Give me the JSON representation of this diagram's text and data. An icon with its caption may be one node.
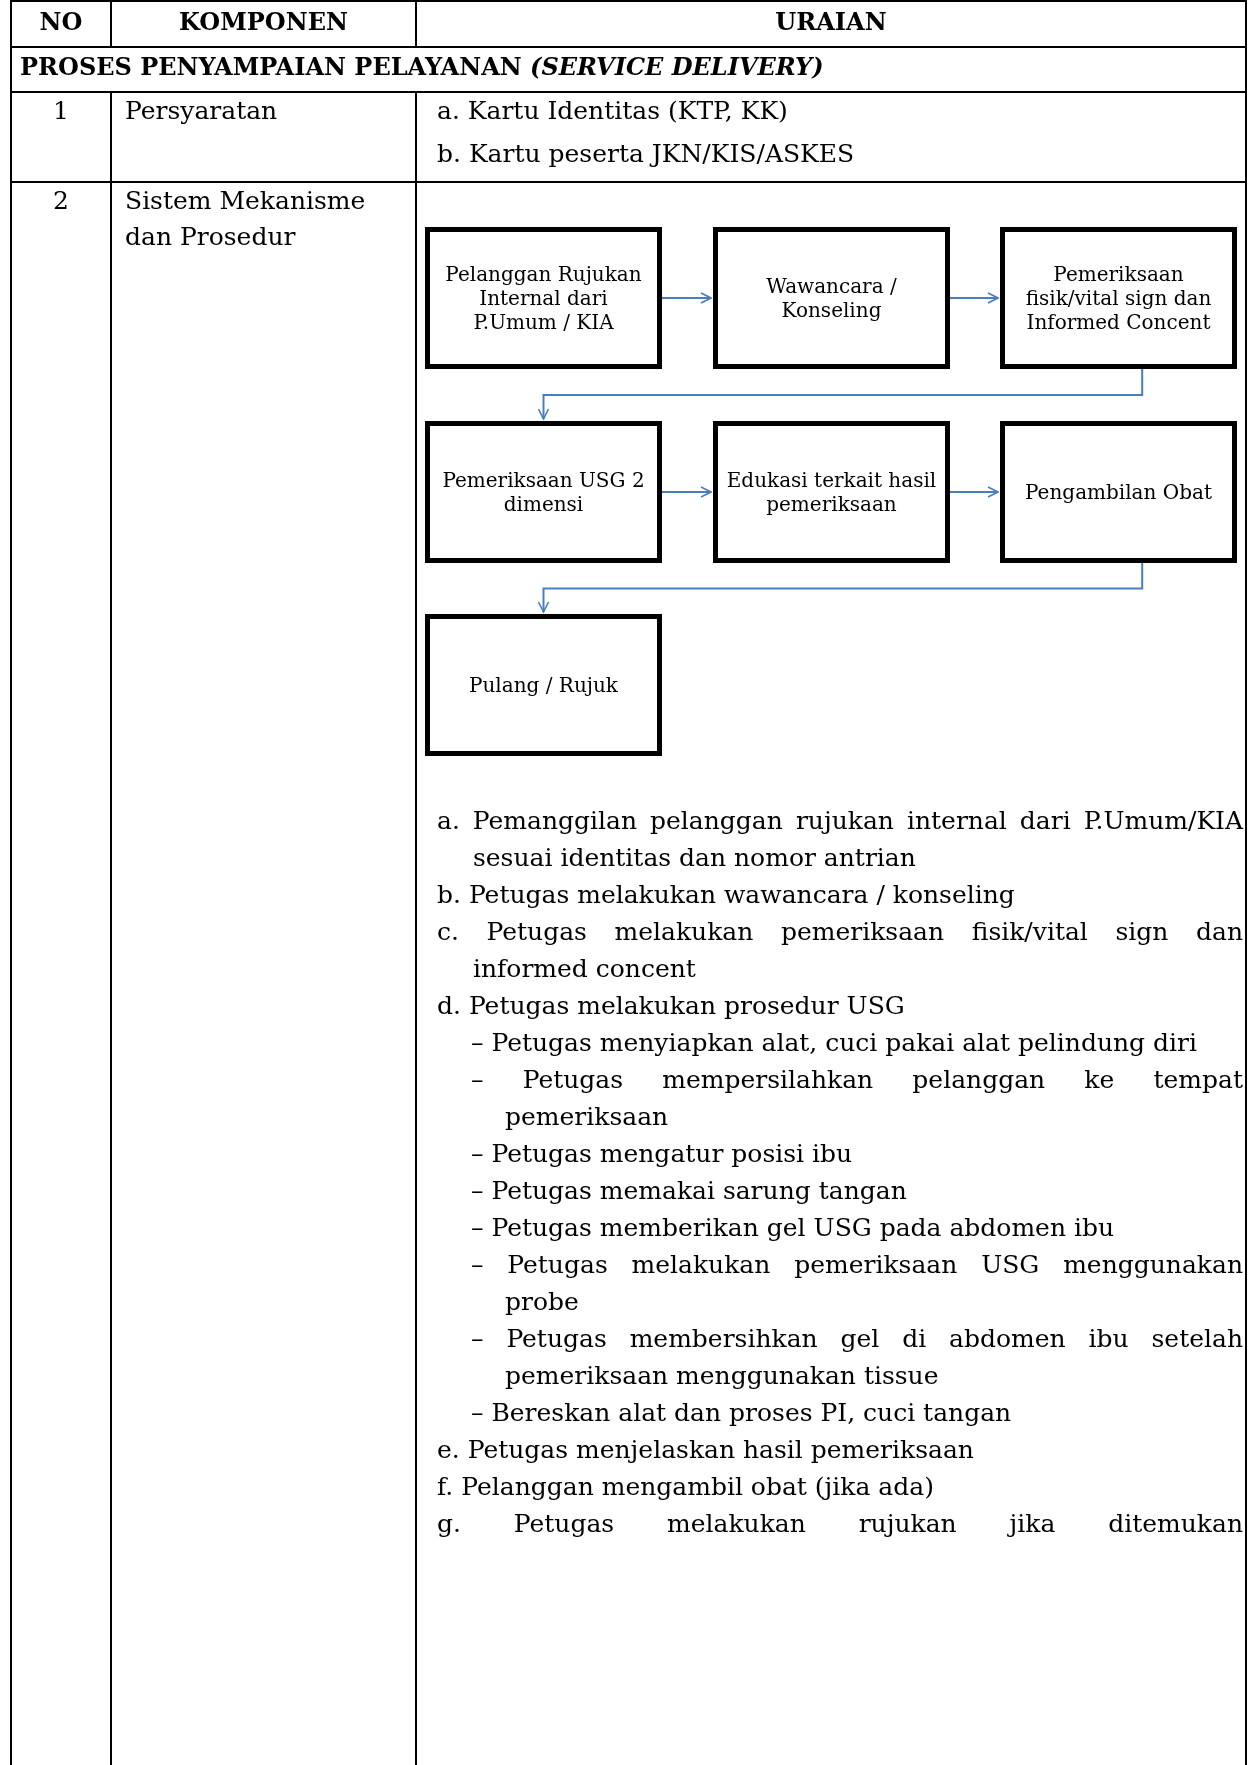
{
  "diagram": {
    "nodes": [
      {
        "text": [
          "Pelanggan Rujukan Internal dari P.Umum / KIA"
        ]
      },
      {
        "text": [
          "Wawancara / Konseling"
        ]
      },
      {
        "text": [
          "Pemeriksaan fisik/vital sign dan Informed Concent"
        ]
      },
      {
        "text": [
          "Pemeriksaan USG 2 dimensi"
        ]
      },
      {
        "text": [
          "Edukasi terkait hasil pemeriksaan"
        ]
      },
      {
        "text": [
          "Pengambilan Obat"
        ]
      },
      {
        "text": [
          "Pulang / Rujuk"
        ]
      }
    ],
    "edges": [
      {
        "from": 0,
        "to": 1,
        "arrow": "to"
      },
      {
        "from": 1,
        "to": 2,
        "arrow": "to"
      },
      {
        "from": 2,
        "to": 3,
        "arrow": "to"
      },
      {
        "from": 3,
        "to": 4,
        "arrow": "to"
      },
      {
        "from": 4,
        "to": 5,
        "arrow": "to"
      },
      {
        "from": 5,
        "to": 6,
        "arrow": "to"
      }
    ],
    "labels": [
      "NO",
      "KOMPONEN",
      "URAIAN",
      "PROSES PENYAMPAIAN PELAYANAN *(SERVICE DELIVERY)*",
      "1",
      "Persyaratan",
      "a. Kartu Identitas (KTP, KK)",
      "b. Kartu peserta JKN/KIS/ASKES",
      "2",
      "Sistem Mekanisme dan Prosedur",
      "a. Pemanggilan pelanggan rujukan internal dari P.Umum/KIA sesuai identitas dan nomor antrian",
      "b. Petugas melakukan wawancara / konseling",
      "c. Petugas melakukan pemeriksaan fisik/vital sign dan informed concent",
      "d. Petugas melakukan prosedur USG",
      "– Petugas menyiapkan alat, cuci pakai alat pelindung diri",
      "– Petugas mempersilahkan pelanggan ke tempat pemeriksaan",
      "– Petugas mengatur posisi ibu",
      "– Petugas memakai sarung tangan",
      "– Petugas memberikan gel USG pada abdomen ibu",
      "– Petugas melakukan pemeriksaan USG menggunakan probe",
      "– Petugas membersihkan gel di abdomen ibu setelah pemeriksaan menggunakan tissue",
      "– Bereskan alat dan proses PI, cuci tangan",
      "e. Petugas menjelaskan hasil pemeriksaan",
      "f. Pelanggan mengambil obat (jika ada)",
      "g. Petugas melakukan rujukan jika ditemukan"
    ]
  }
}
